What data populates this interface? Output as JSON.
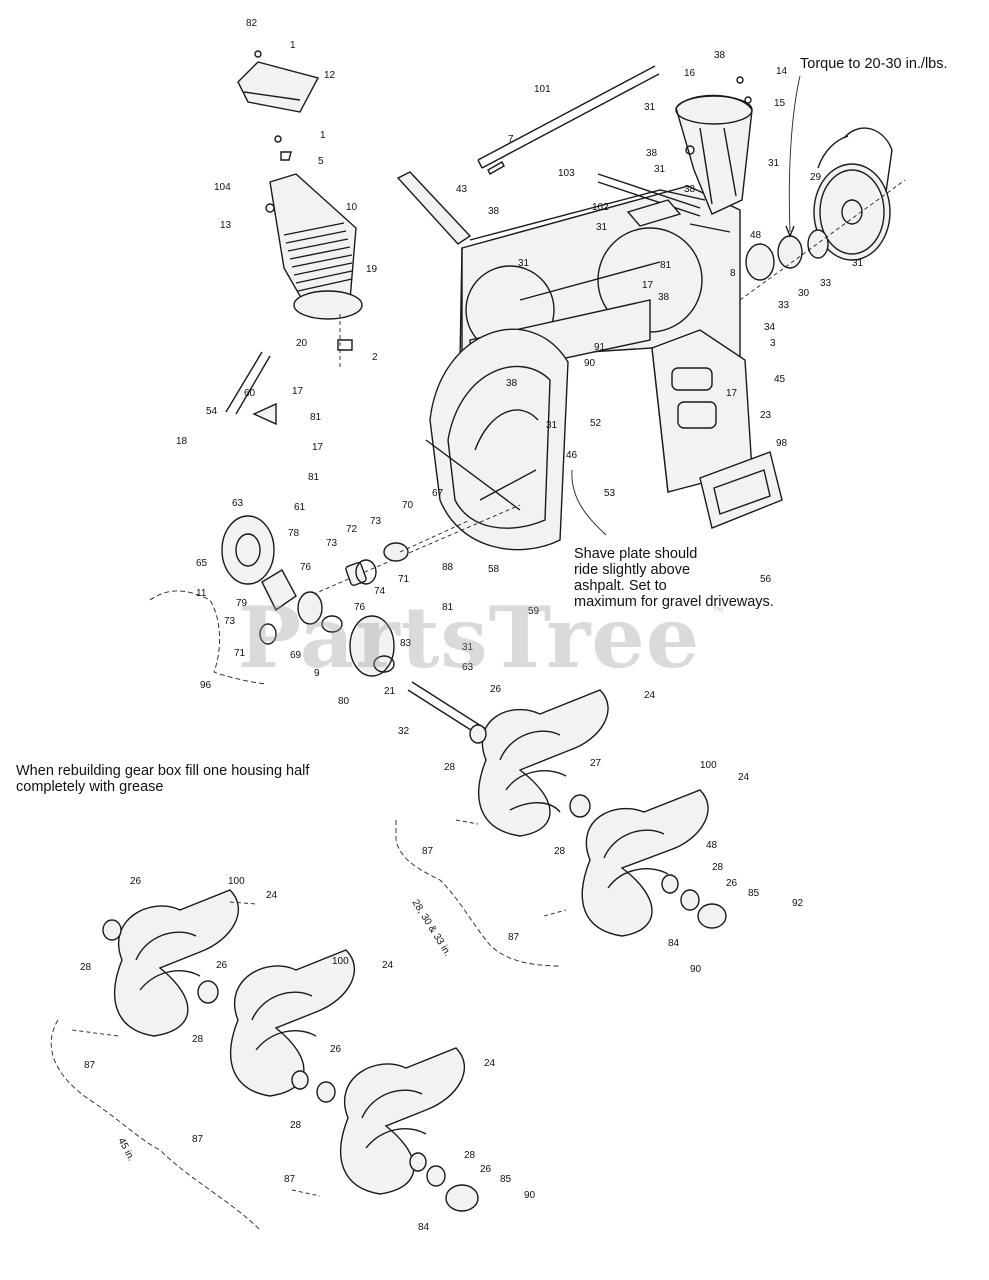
{
  "notes": {
    "torque": "Torque to 20-30 in./lbs.",
    "shave_plate": [
      "Shave plate should",
      "ride slightly above",
      "ashpalt. Set to",
      "maximum for gravel driveways."
    ],
    "gear_box": [
      "When rebuilding gear box fill one housing half",
      "completely with grease"
    ]
  },
  "bracket_labels": {
    "b96": "96",
    "b28_30_33": "28, 30 & 33 in.",
    "b45": "45 in."
  },
  "watermark": {
    "text": "PartsTree",
    "tm": "™"
  },
  "callouts": [
    "82",
    "1",
    "12",
    "1",
    "5",
    "104",
    "13",
    "10",
    "19",
    "20",
    "2",
    "101",
    "7",
    "16",
    "38",
    "14",
    "15",
    "31",
    "38",
    "31",
    "31",
    "103",
    "38",
    "43",
    "38",
    "102",
    "31",
    "31",
    "81",
    "17",
    "38",
    "8",
    "48",
    "30",
    "33",
    "33",
    "31",
    "29",
    "34",
    "3",
    "91",
    "90",
    "38",
    "45",
    "17",
    "23",
    "31",
    "52",
    "46",
    "53",
    "98",
    "56",
    "60",
    "54",
    "17",
    "81",
    "18",
    "17",
    "81",
    "63",
    "61",
    "65",
    "78",
    "11",
    "76",
    "79",
    "73",
    "69",
    "71",
    "9",
    "76",
    "80",
    "83",
    "21",
    "32",
    "72",
    "73",
    "73",
    "70",
    "71",
    "74",
    "67",
    "88",
    "58",
    "59",
    "81",
    "31",
    "63",
    "26",
    "28",
    "24",
    "27",
    "28",
    "87",
    "100",
    "24",
    "48",
    "28",
    "26",
    "85",
    "92",
    "84",
    "90",
    "87",
    "26",
    "100",
    "24",
    "28",
    "26",
    "100",
    "24",
    "26",
    "87",
    "28",
    "28",
    "87",
    "24",
    "28",
    "26",
    "85",
    "90",
    "87",
    "84"
  ]
}
